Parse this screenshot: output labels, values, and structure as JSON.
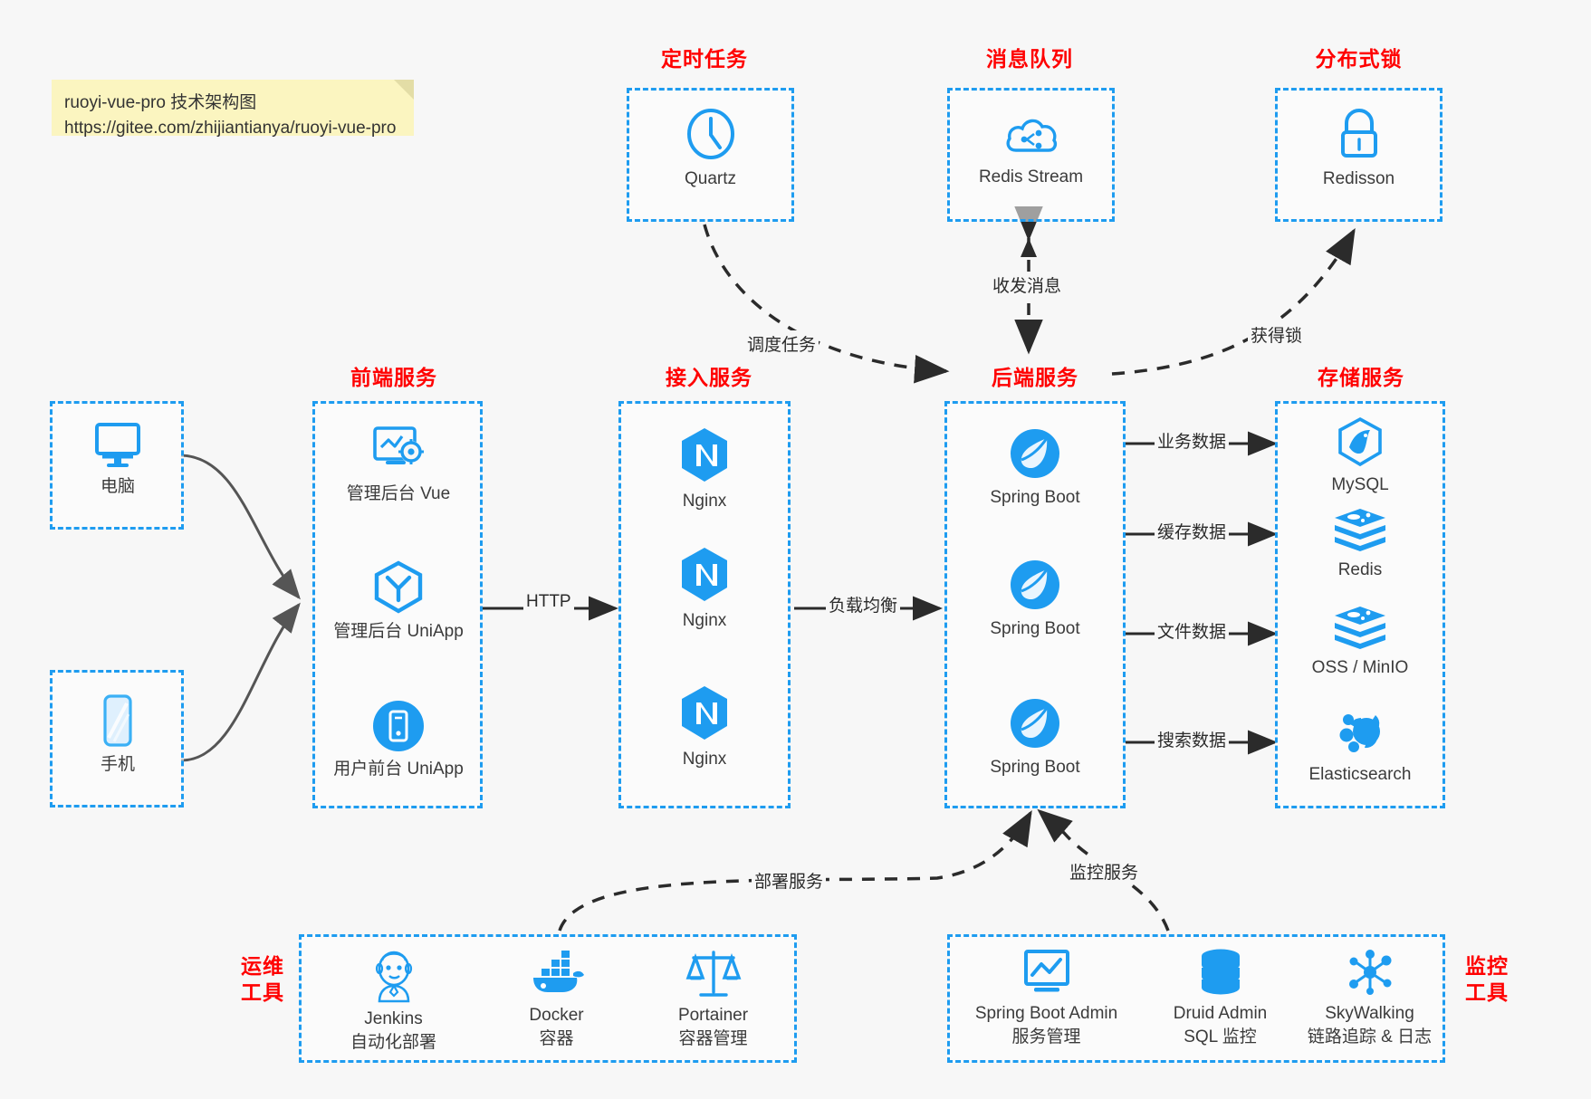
{
  "note": {
    "line1": "ruoyi-vue-pro 技术架构图",
    "line2": "https://gitee.com/zhijiantianya/ruoyi-vue-pro"
  },
  "colors": {
    "accent_blue": "#1e9cf0",
    "title_red": "#ff0000",
    "arrow_gray": "#555555",
    "arrow_black": "#2b2b2b",
    "note_yellow": "#fbf5c0",
    "background": "#f7f7f7"
  },
  "groups": {
    "scheduler": {
      "title": "定时任务"
    },
    "mq": {
      "title": "消息队列"
    },
    "lock": {
      "title": "分布式锁"
    },
    "frontend": {
      "title": "前端服务"
    },
    "gateway": {
      "title": "接入服务"
    },
    "backend": {
      "title": "后端服务"
    },
    "storage": {
      "title": "存储服务"
    },
    "devops": {
      "title_line1": "运维",
      "title_line2": "工具"
    },
    "monitor": {
      "title_line1": "监控",
      "title_line2": "工具"
    }
  },
  "clients": [
    {
      "label": "电脑",
      "icon": "desktop-icon"
    },
    {
      "label": "手机",
      "icon": "mobile-icon"
    }
  ],
  "scheduler_nodes": [
    {
      "label": "Quartz",
      "icon": "clock-icon"
    }
  ],
  "mq_nodes": [
    {
      "label": "Redis Stream",
      "icon": "cloud-stream-icon"
    }
  ],
  "lock_nodes": [
    {
      "label": "Redisson",
      "icon": "lock-icon"
    }
  ],
  "frontend_nodes": [
    {
      "label": "管理后台 Vue",
      "icon": "dashboard-gear-icon"
    },
    {
      "label": "管理后台 UniApp",
      "icon": "uniapp-hex-icon"
    },
    {
      "label": "用户前台 UniApp",
      "icon": "mobile-circle-icon"
    }
  ],
  "gateway_nodes": [
    {
      "label": "Nginx",
      "icon": "nginx-icon"
    },
    {
      "label": "Nginx",
      "icon": "nginx-icon"
    },
    {
      "label": "Nginx",
      "icon": "nginx-icon"
    }
  ],
  "backend_nodes": [
    {
      "label": "Spring Boot",
      "icon": "spring-boot-icon"
    },
    {
      "label": "Spring Boot",
      "icon": "spring-boot-icon"
    },
    {
      "label": "Spring Boot",
      "icon": "spring-boot-icon"
    }
  ],
  "storage_nodes": [
    {
      "label": "MySQL",
      "icon": "mysql-icon"
    },
    {
      "label": "Redis",
      "icon": "redis-icon"
    },
    {
      "label": "OSS / MinIO",
      "icon": "oss-minio-icon"
    },
    {
      "label": "Elasticsearch",
      "icon": "elasticsearch-icon"
    }
  ],
  "devops_nodes": [
    {
      "label": "Jenkins",
      "sublabel": "自动化部署",
      "icon": "jenkins-icon"
    },
    {
      "label": "Docker",
      "sublabel": "容器",
      "icon": "docker-icon"
    },
    {
      "label": "Portainer",
      "sublabel": "容器管理",
      "icon": "portainer-scale-icon"
    }
  ],
  "monitor_nodes": [
    {
      "label": "Spring Boot Admin",
      "sublabel": "服务管理",
      "icon": "monitor-chart-icon"
    },
    {
      "label": "Druid Admin",
      "sublabel": "SQL 监控",
      "icon": "database-icon"
    },
    {
      "label": "SkyWalking",
      "sublabel": "链路追踪 & 日志",
      "icon": "skywalking-icon"
    }
  ],
  "edges": [
    {
      "label": "调度任务",
      "style": "dashed"
    },
    {
      "label": "收发消息",
      "style": "dashed"
    },
    {
      "label": "获得锁",
      "style": "dashed"
    },
    {
      "label": "HTTP",
      "style": "solid"
    },
    {
      "label": "负载均衡",
      "style": "solid"
    },
    {
      "label": "业务数据",
      "style": "solid"
    },
    {
      "label": "缓存数据",
      "style": "solid"
    },
    {
      "label": "文件数据",
      "style": "solid"
    },
    {
      "label": "搜索数据",
      "style": "solid"
    },
    {
      "label": "部署服务",
      "style": "dashed"
    },
    {
      "label": "监控服务",
      "style": "dashed"
    }
  ]
}
